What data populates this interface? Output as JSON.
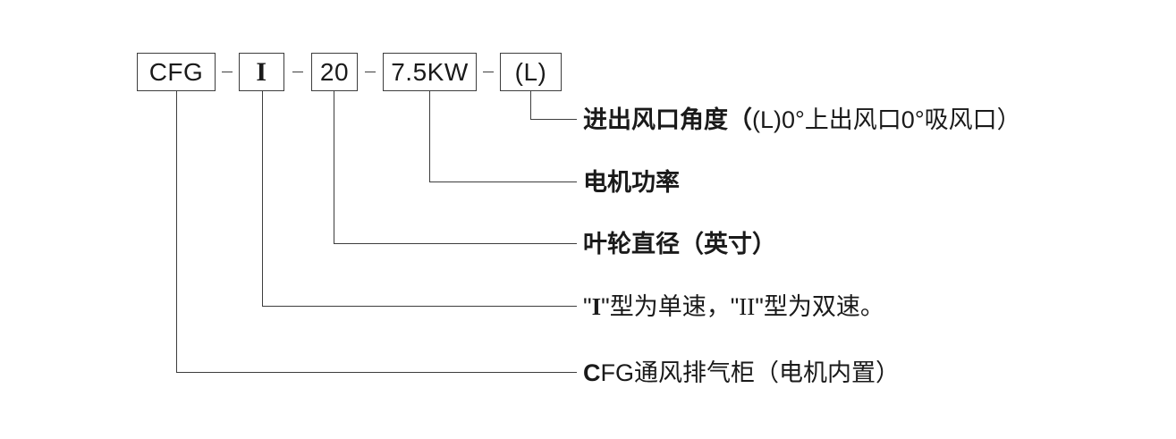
{
  "model_code": {
    "boxes": [
      {
        "name": "series-code-box",
        "label": "CFG"
      },
      {
        "name": "type-code-box",
        "label": "I"
      },
      {
        "name": "impeller-diameter-box",
        "label": "20"
      },
      {
        "name": "motor-power-box",
        "label": "7.5KW"
      },
      {
        "name": "outlet-angle-box",
        "label": "(L)"
      }
    ],
    "separator": "-"
  },
  "callouts": [
    {
      "name": "outlet-angle-note",
      "segments": [
        {
          "t": "进出风口角度（",
          "s": "bold"
        },
        {
          "t": "(L)0°上出风口0°吸风口）",
          "s": "regular"
        }
      ]
    },
    {
      "name": "motor-power-note",
      "segments": [
        {
          "t": "电机功率",
          "s": "bold"
        }
      ]
    },
    {
      "name": "impeller-diameter-note",
      "segments": [
        {
          "t": "叶轮直径（英寸）",
          "s": "bold"
        }
      ]
    },
    {
      "name": "speed-type-note",
      "segments": [
        {
          "t": "\"",
          "s": "regular"
        },
        {
          "t": "I",
          "s": "serif-bold"
        },
        {
          "t": "\"型为单速，\"",
          "s": "regular"
        },
        {
          "t": "II",
          "s": "serif"
        },
        {
          "t": "\"型为双速。",
          "s": "regular"
        }
      ]
    },
    {
      "name": "product-series-note",
      "segments": [
        {
          "t": "C",
          "s": "bold"
        },
        {
          "t": "FG通风排气柜（电机内置）",
          "s": "regular"
        }
      ]
    }
  ],
  "colors": {
    "background": "#ffffff",
    "line": "#3d3d3d",
    "text": "#1a1a1a"
  }
}
